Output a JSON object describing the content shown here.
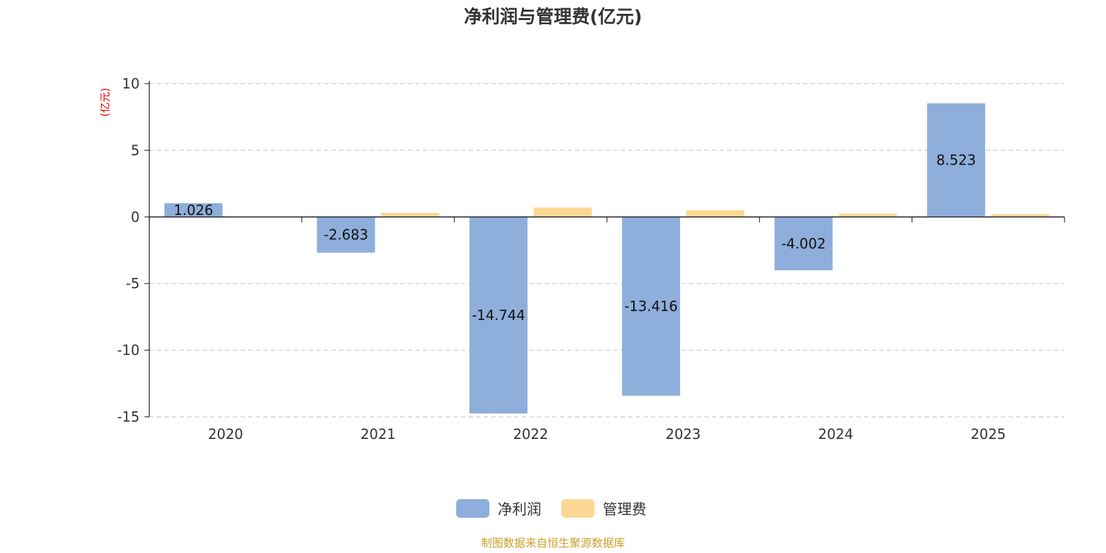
{
  "chart_data": {
    "type": "bar",
    "title": "净利润与管理费(亿元)",
    "unit_label": "(亿元)",
    "categories": [
      "2020",
      "2021",
      "2022",
      "2023",
      "2024",
      "2025"
    ],
    "series": [
      {
        "name": "净利润",
        "color": "#8eaedb",
        "values": [
          1.026,
          -2.683,
          -14.744,
          -13.416,
          -4.002,
          8.523
        ],
        "labels": [
          "1.026",
          "-2.683",
          "-14.744",
          "-13.416",
          "-4.002",
          "8.523"
        ]
      },
      {
        "name": "管理费",
        "color": "#fcd894",
        "values": [
          0.0,
          0.3,
          0.7,
          0.5,
          0.25,
          0.2
        ]
      }
    ],
    "ylim": [
      -15,
      10
    ],
    "yticks": [
      10,
      5,
      0,
      -5,
      -10,
      -15
    ],
    "grid": true,
    "legend_position": "bottom-center"
  },
  "source_note": "制图数据来自恒生聚源数据库"
}
